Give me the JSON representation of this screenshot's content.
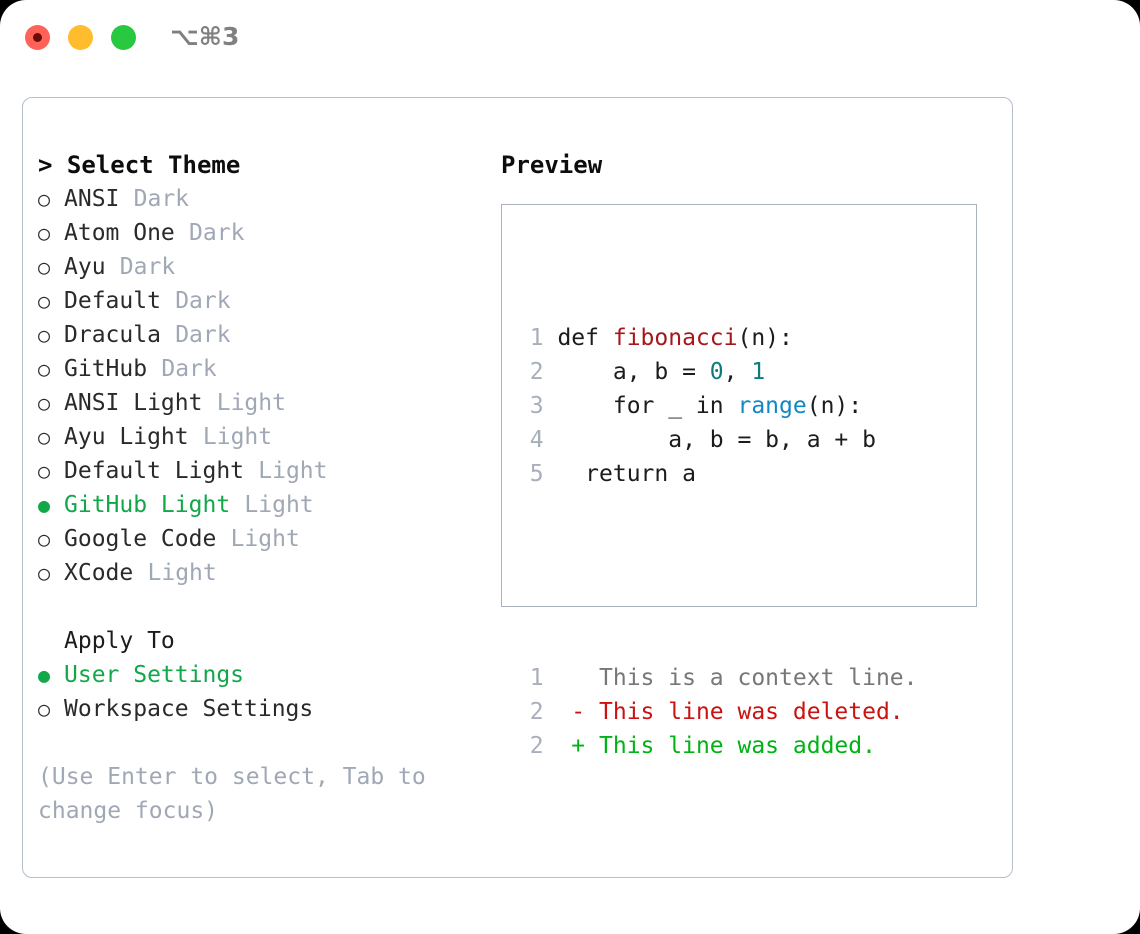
{
  "titlebar": {
    "shortcut": "⌥⌘3",
    "lights": [
      "close-light",
      "minimize-light",
      "zoom-light"
    ]
  },
  "theme_panel": {
    "header": "> Select Theme",
    "options": [
      {
        "bullet": "○",
        "label": "ANSI",
        "tag": "Dark",
        "selected": false
      },
      {
        "bullet": "○",
        "label": "Atom One",
        "tag": "Dark",
        "selected": false
      },
      {
        "bullet": "○",
        "label": "Ayu",
        "tag": "Dark",
        "selected": false
      },
      {
        "bullet": "○",
        "label": "Default",
        "tag": "Dark",
        "selected": false
      },
      {
        "bullet": "○",
        "label": "Dracula",
        "tag": "Dark",
        "selected": false
      },
      {
        "bullet": "○",
        "label": "GitHub",
        "tag": "Dark",
        "selected": false
      },
      {
        "bullet": "○",
        "label": "ANSI Light",
        "tag": "Light",
        "selected": false
      },
      {
        "bullet": "○",
        "label": "Ayu Light",
        "tag": "Light",
        "selected": false
      },
      {
        "bullet": "○",
        "label": "Default Light",
        "tag": "Light",
        "selected": false
      },
      {
        "bullet": "●",
        "label": "GitHub Light",
        "tag": "Light",
        "selected": true
      },
      {
        "bullet": "○",
        "label": "Google Code",
        "tag": "Light",
        "selected": false
      },
      {
        "bullet": "○",
        "label": "XCode",
        "tag": "Light",
        "selected": false
      }
    ]
  },
  "apply_to": {
    "header": "Apply To",
    "options": [
      {
        "bullet": "●",
        "label": "User Settings",
        "selected": true
      },
      {
        "bullet": "○",
        "label": "Workspace Settings",
        "selected": false
      }
    ]
  },
  "hint": "(Use Enter to select, Tab to\nchange focus)",
  "preview": {
    "title": "Preview",
    "code_lines": [
      {
        "n": "1",
        "segments": [
          {
            "t": "def ",
            "c": "plain"
          },
          {
            "t": "fibonacci",
            "c": "fn"
          },
          {
            "t": "(n):",
            "c": "plain"
          }
        ]
      },
      {
        "n": "2",
        "segments": [
          {
            "t": "    a, b = ",
            "c": "plain"
          },
          {
            "t": "0",
            "c": "num"
          },
          {
            "t": ", ",
            "c": "plain"
          },
          {
            "t": "1",
            "c": "num"
          }
        ]
      },
      {
        "n": "3",
        "segments": [
          {
            "t": "    for _ in ",
            "c": "plain"
          },
          {
            "t": "range",
            "c": "call"
          },
          {
            "t": "(n):",
            "c": "plain"
          }
        ]
      },
      {
        "n": "4",
        "segments": [
          {
            "t": "        a, b = b, a + b",
            "c": "plain"
          }
        ]
      },
      {
        "n": "5",
        "segments": [
          {
            "t": "  return a",
            "c": "plain"
          }
        ]
      }
    ],
    "diff_lines": [
      {
        "n": "1",
        "marker": " ",
        "text": "This is a context line.",
        "kind": "ctx"
      },
      {
        "n": "2",
        "marker": "-",
        "text": "This line was deleted.",
        "kind": "del"
      },
      {
        "n": "2",
        "marker": "+",
        "text": "This line was added.",
        "kind": "add"
      }
    ]
  },
  "colors": {
    "selection_green": "#12a84a",
    "muted_gray": "#a0a8b5",
    "diff_add": "#00b315",
    "diff_del": "#cc1111",
    "syntax_function": "#a8161c",
    "syntax_number": "#0d7b7b",
    "syntax_call": "#1188c4"
  }
}
